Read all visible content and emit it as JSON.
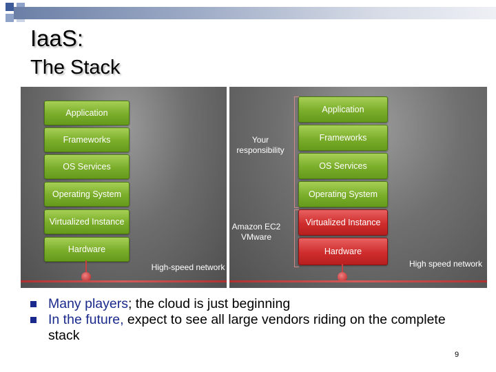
{
  "slide": {
    "title": "IaaS:",
    "subtitle": "The Stack",
    "page_number": "9"
  },
  "diagram_left": {
    "layers": [
      "Application",
      "Frameworks",
      "OS Services",
      "Operating System",
      "Virtualized Instance",
      "Hardware"
    ],
    "network_label": "High-speed network"
  },
  "diagram_right": {
    "layers": [
      "Application",
      "Frameworks",
      "OS Services",
      "Operating System",
      "Virtualized Instance",
      "Hardware"
    ],
    "your_responsibility_label": "Your responsibility",
    "provider_label": "Amazon EC2 VMware",
    "network_label": "High speed network"
  },
  "bullets": [
    {
      "highlight": "Many players",
      "rest": "; the cloud is just beginning"
    },
    {
      "highlight": "In the future,",
      "rest": " expect to see all large vendors riding on the complete stack"
    }
  ],
  "colors": {
    "accent_blue": "#1a2a8c",
    "layer_green": "#7aad2a",
    "layer_red": "#cf2d2d"
  }
}
